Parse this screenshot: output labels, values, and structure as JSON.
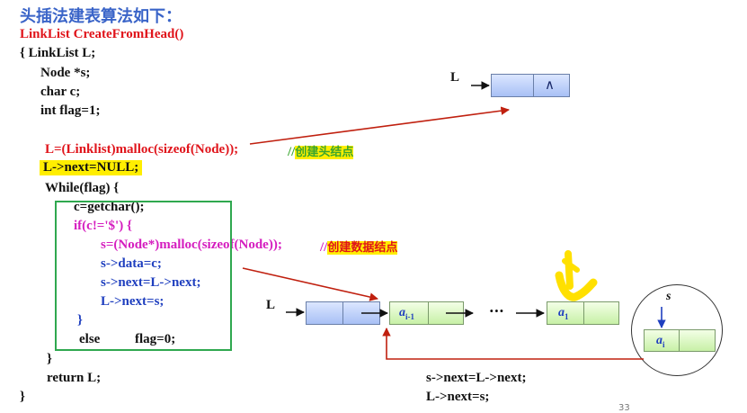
{
  "title": "头插法建表算法如下：",
  "code": {
    "line1": "LinkList   CreateFromHead()",
    "line2": "{   LinkList   L;",
    "line3": "Node    *s;",
    "line4": "char    c;",
    "line5": "int     flag=1;",
    "line6": "L=(Linklist)malloc(sizeof(Node));",
    "line6_comment_slashes": "//",
    "line6_comment": "创建头结点",
    "line7": "L->next=NULL;",
    "line8": "While(flag)    {",
    "line9": "c=getchar();",
    "line10": "if(c!='$') {",
    "line11": "s=(Node*)malloc(sizeof(Node));",
    "line11_comment_slashes": "//",
    "line11_comment": "创建数据结点",
    "line12": "s->data=c;",
    "line13": "s->next=L->next;",
    "line14": "L->next=s;",
    "line15": "}",
    "line16_else": "else",
    "line16_stmt": "flag=0;",
    "line17": "}",
    "line18": "return L;",
    "line19": "}"
  },
  "diagram": {
    "L_top": "L",
    "null_symbol": "∧",
    "L_bottom": "L",
    "node_ai_minus_1": "a",
    "node_ai_minus_1_sub": "i-1",
    "ellipsis": "···",
    "node_a1": "a",
    "node_a1_sub": "1",
    "s_label": "s",
    "node_ai": "a",
    "node_ai_sub": "i",
    "caption_line1": "s->next=L->next;",
    "caption_line2": "L->next=s;"
  },
  "page_number": "33"
}
